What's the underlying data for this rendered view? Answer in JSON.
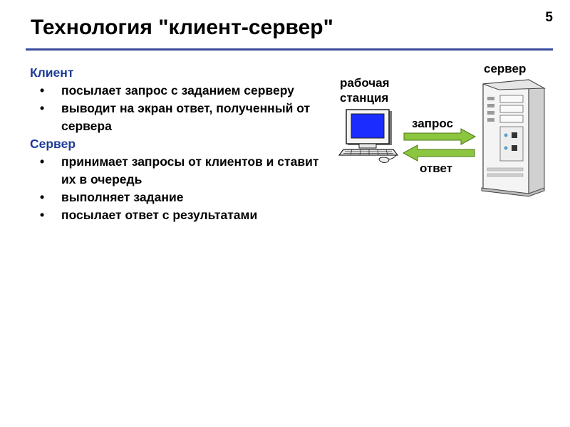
{
  "slide": {
    "title": "Технология \"клиент-сервер\"",
    "page_number": "5"
  },
  "colors": {
    "heading": "#1d3b97",
    "rule": "#3a4a9c",
    "arrow": "#8cc63f",
    "screen": "#1a2cff"
  },
  "sections": [
    {
      "heading": "Клиент",
      "items": [
        "посылает запрос с заданием серверу",
        "выводит на экран ответ, полученный от сервера"
      ]
    },
    {
      "heading": "Сервер",
      "items": [
        "принимает запросы от клиентов и ставит их в очередь",
        "выполняет задание",
        "посылает ответ с результатами"
      ]
    }
  ],
  "diagram": {
    "workstation_label": "рабочая\nстанция",
    "server_label": "сервер",
    "request_label": "запрос",
    "response_label": "ответ",
    "workstation_icon": "desktop-computer-icon",
    "server_icon": "server-tower-icon"
  }
}
